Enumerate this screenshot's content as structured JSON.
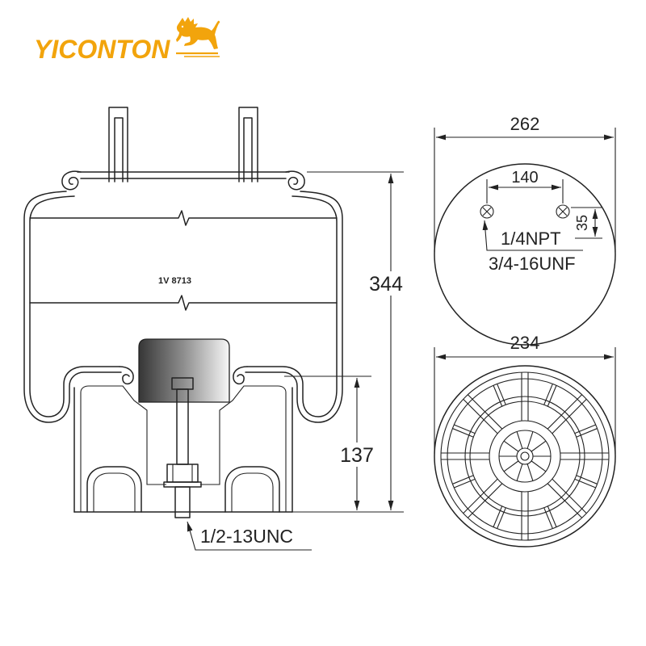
{
  "logo": {
    "brand": "YICONTON",
    "icon": "lion-icon",
    "color": "#F2A40C"
  },
  "side_view": {
    "part_number": "1V 8713",
    "dimensions": {
      "overall_height": "344",
      "piston_height": "137",
      "bottom_bolt_thread": "1/2-13UNC"
    }
  },
  "top_view": {
    "dimensions": {
      "diameter": "262",
      "stud_spacing": "140",
      "stud_offset": "35",
      "air_inlet_thread": "1/4NPT",
      "stud_thread": "3/4-16UNF"
    }
  },
  "bottom_view": {
    "dimensions": {
      "diameter": "234"
    }
  },
  "colors": {
    "line": "#222222",
    "background": "#FFFFFF"
  }
}
